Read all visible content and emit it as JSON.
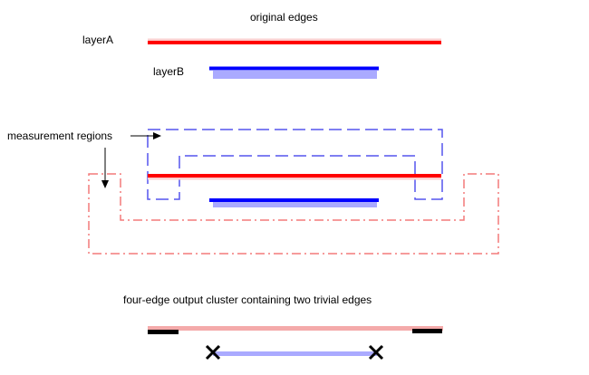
{
  "diagram": {
    "title": "original edges",
    "layer_a_label": "layerA",
    "layer_b_label": "layerB",
    "measurement_label": "measurement regions",
    "cluster_label": "four-edge output cluster containing two trivial edges"
  },
  "colors": {
    "layer_a": "#ff0000",
    "layer_a_light": "#f4aaaa",
    "layer_b": "#0000ff",
    "layer_b_light": "#aaaaff",
    "region_a": "#f47a7a",
    "region_b": "#5555ee",
    "trivial_edge": "#000000"
  }
}
